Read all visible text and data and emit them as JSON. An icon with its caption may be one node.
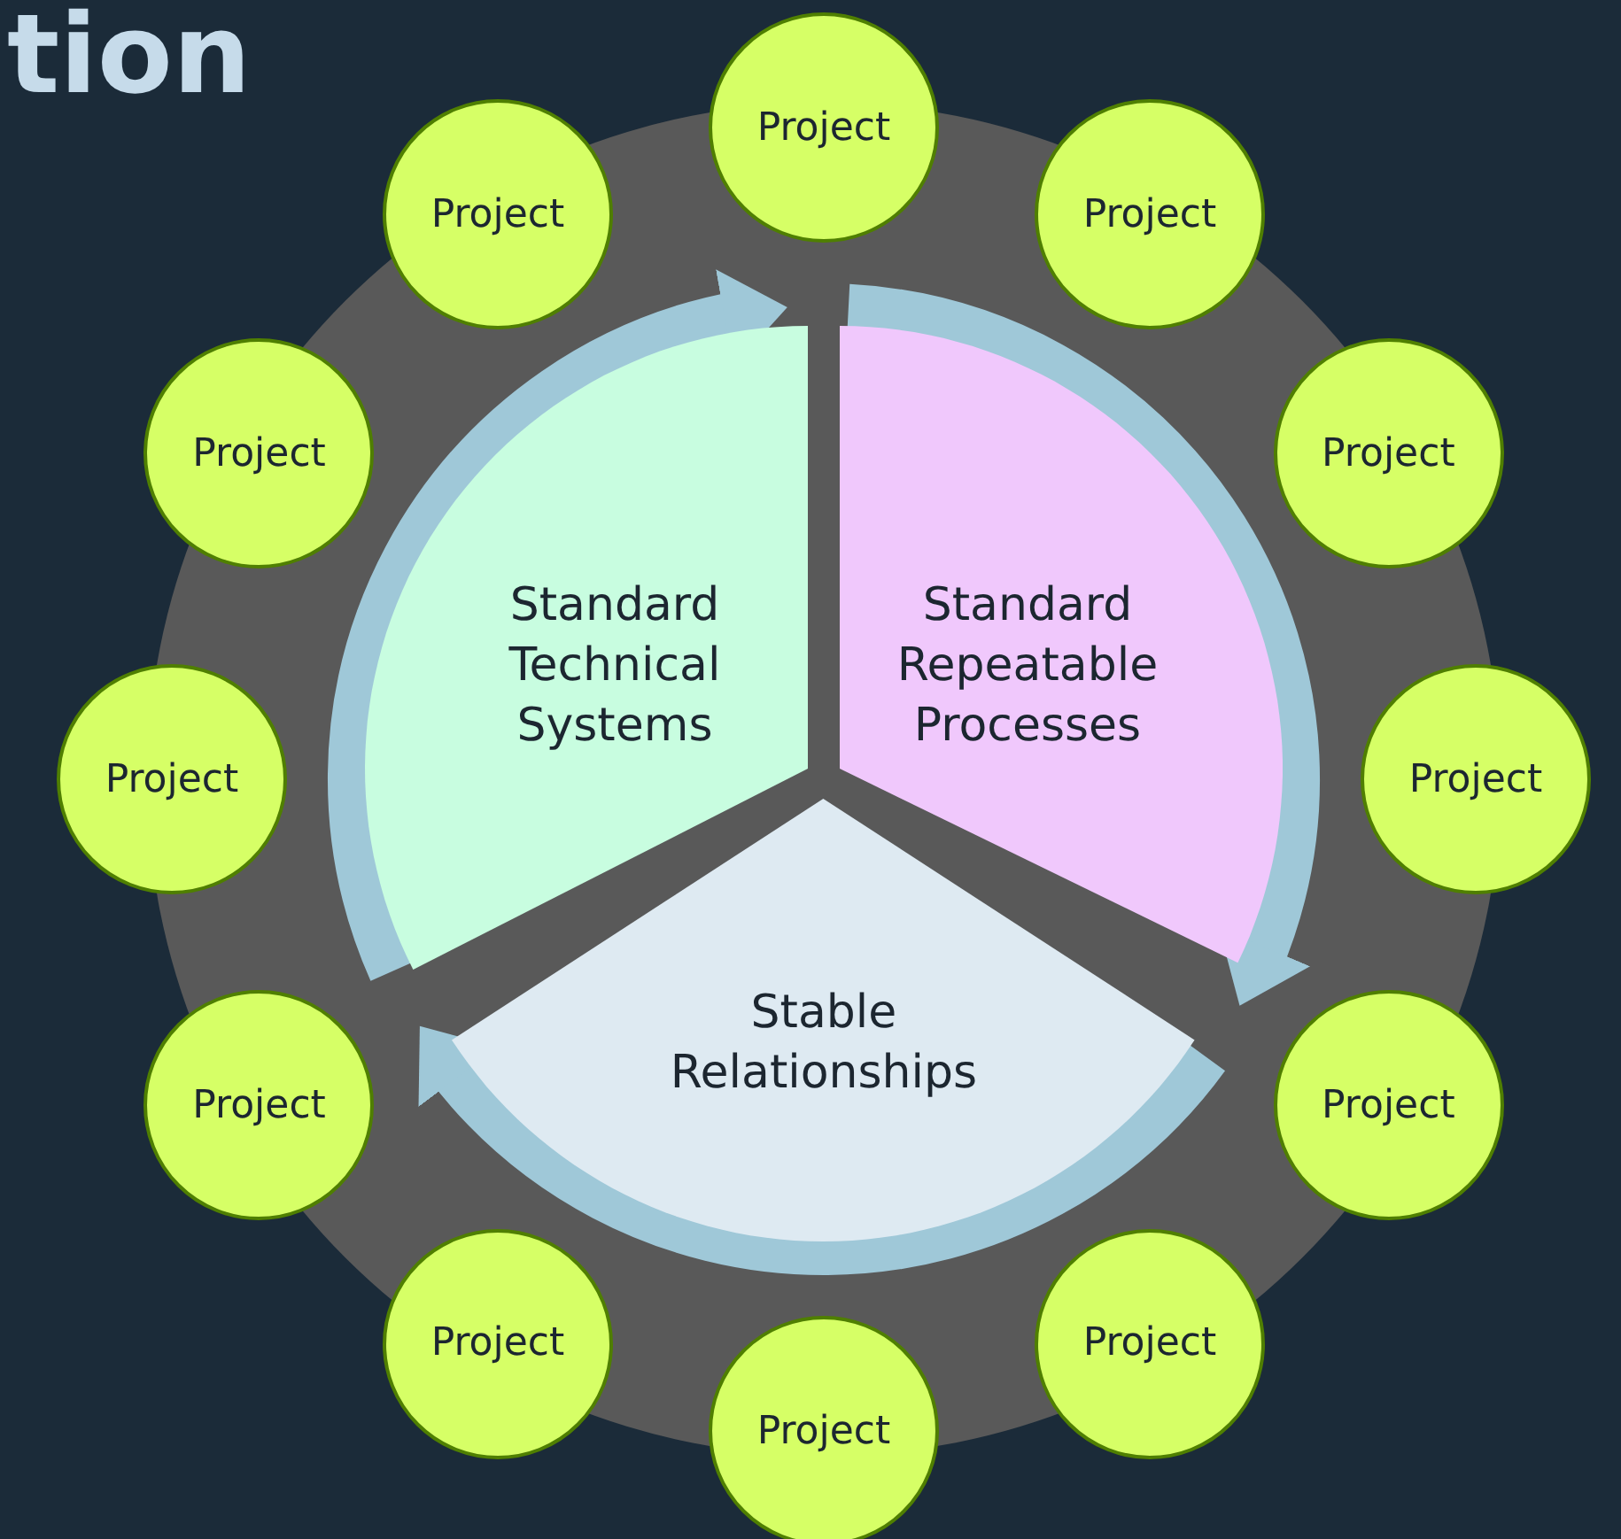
{
  "diagram": {
    "title": "tion",
    "nodes": [
      {
        "text": [
          "Standard Technical Systems"
        ]
      },
      {
        "text": [
          "Standard Repeatable Processes"
        ]
      },
      {
        "text": [
          "Stable Relationships"
        ]
      },
      {
        "text": [
          "Project"
        ]
      },
      {
        "text": [
          "Project"
        ]
      },
      {
        "text": [
          "Project"
        ]
      },
      {
        "text": [
          "Project"
        ]
      },
      {
        "text": [
          "Project"
        ]
      },
      {
        "text": [
          "Project"
        ]
      },
      {
        "text": [
          "Project"
        ]
      },
      {
        "text": [
          "Project"
        ]
      },
      {
        "text": [
          "Project"
        ]
      },
      {
        "text": [
          "Project"
        ]
      },
      {
        "text": [
          "Project"
        ]
      },
      {
        "text": [
          "Project"
        ]
      }
    ],
    "edges": [
      {
        "from": 0,
        "to": 1,
        "arrow": "to"
      },
      {
        "from": 1,
        "to": 2,
        "arrow": "to"
      },
      {
        "from": 2,
        "to": 0,
        "arrow": "to"
      }
    ]
  }
}
